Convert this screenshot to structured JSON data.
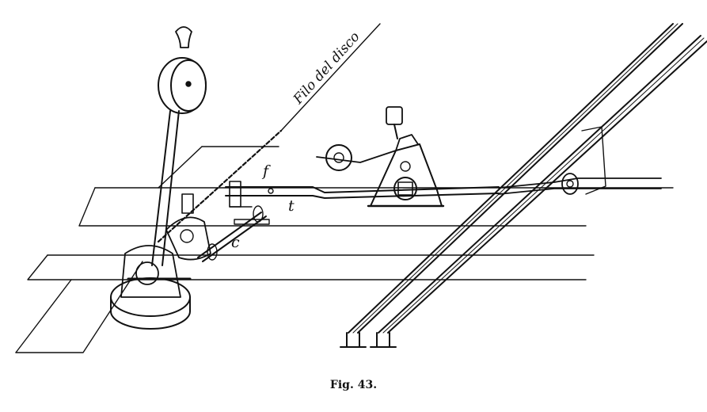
{
  "labels": {
    "wire": "Filo del disco",
    "f": "f",
    "t": "t",
    "c": "c"
  },
  "caption": "Fig. 43."
}
